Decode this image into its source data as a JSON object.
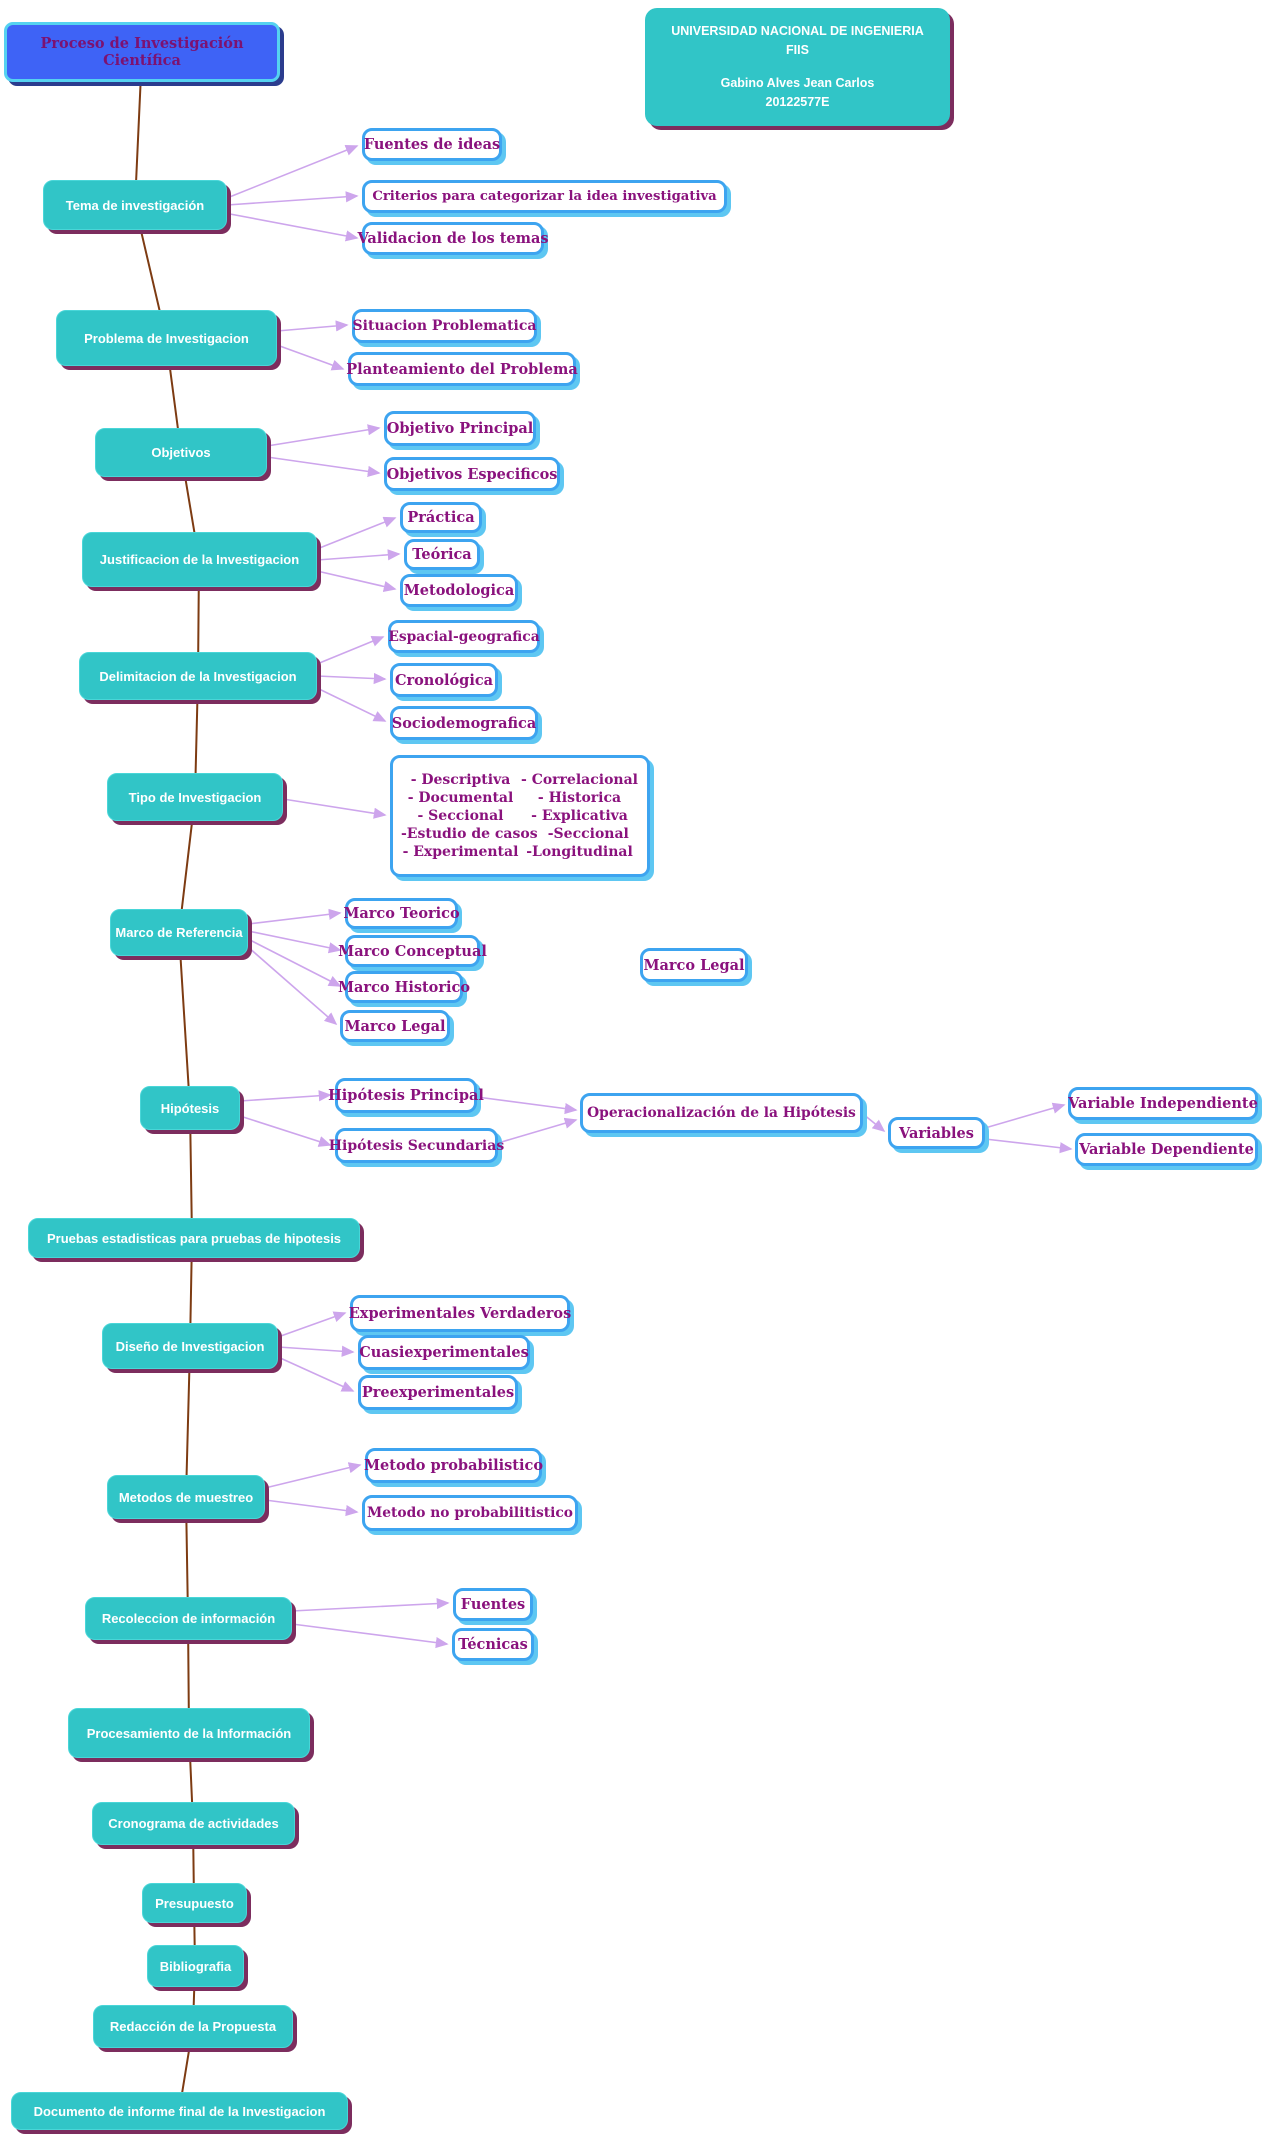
{
  "header": {
    "university": "UNIVERSIDAD NACIONAL DE INGENIERIA",
    "faculty": "FIIS",
    "student": "Gabino Alves Jean Carlos",
    "code": "20122577E"
  },
  "nodes": {
    "root": "Proceso de Investigación Científica",
    "tema": {
      "label": "Tema de investigación",
      "children": [
        "Fuentes de ideas",
        "Criterios  para categorizar la idea investigativa",
        "Validacion de los temas"
      ]
    },
    "problema": {
      "label": "Problema de Investigacion",
      "children": [
        "Situacion Problematica",
        "Planteamiento del Problema"
      ]
    },
    "objetivos": {
      "label": "Objetivos",
      "children": [
        "Objetivo Principal",
        "Objetivos Especificos"
      ]
    },
    "justificacion": {
      "label": "Justificacion de la Investigacion",
      "children": [
        "Práctica",
        "Teórica",
        "Metodologica"
      ]
    },
    "delimitacion": {
      "label": "Delimitacion de la Investigacion",
      "children": [
        "Espacial-geografica",
        "Cronológica",
        "Sociodemografica"
      ]
    },
    "tipo": {
      "label": "Tipo de Investigacion",
      "list_left": [
        "- Descriptiva",
        "- Documental",
        "- Seccional",
        "-Estudio de casos",
        "- Experimental"
      ],
      "list_right": [
        "- Correlacional",
        "- Historica",
        "- Explicativa",
        "-Seccional",
        "-Longitudinal"
      ]
    },
    "marco": {
      "label": "Marco de Referencia",
      "children": [
        "Marco Teorico",
        "Marco Conceptual",
        "Marco Historico",
        "Marco Legal"
      ],
      "standalone": "Marco Legal"
    },
    "hipotesis": {
      "label": "Hipótesis",
      "children": [
        "Hipótesis Principal",
        "Hipótesis Secundarias"
      ],
      "operacionalizacion": "Operacionalización de la Hipótesis",
      "variables": "Variables",
      "variable_children": [
        "Variable Independiente",
        "Variable Dependiente"
      ]
    },
    "pruebas": {
      "label": "Pruebas estadisticas para pruebas de hipotesis"
    },
    "diseno": {
      "label": "Diseño de Investigacion",
      "children": [
        "Experimentales Verdaderos",
        "Cuasiexperimentales",
        "Preexperimentales"
      ]
    },
    "metodos": {
      "label": "Metodos de muestreo",
      "children": [
        "Metodo probabilistico",
        "Metodo no probabilitistico"
      ]
    },
    "recoleccion": {
      "label": "Recoleccion de información",
      "children": [
        "Fuentes",
        "Técnicas"
      ]
    },
    "procesamiento": {
      "label": "Procesamiento de la Información"
    },
    "cronograma": {
      "label": "Cronograma de actividades"
    },
    "presupuesto": {
      "label": "Presupuesto"
    },
    "bibliografia": {
      "label": "Bibliografia"
    },
    "redaccion": {
      "label": "Redacción de la Propuesta"
    },
    "final": {
      "label": "Documento de informe final de la Investigacion"
    }
  },
  "colors": {
    "node_teal": "#31c5c7",
    "root_blue": "#3e63f6",
    "root_border_cyan": "#55d2f0",
    "child_border_blue": "#3da4f0",
    "child_shadow_blue": "#5ec7f2",
    "text_purple": "#8a127d",
    "arrow_lavender": "#cda5ec",
    "spine_brown": "#7d3b12",
    "shadow_maroon": "#7c2d5e"
  }
}
